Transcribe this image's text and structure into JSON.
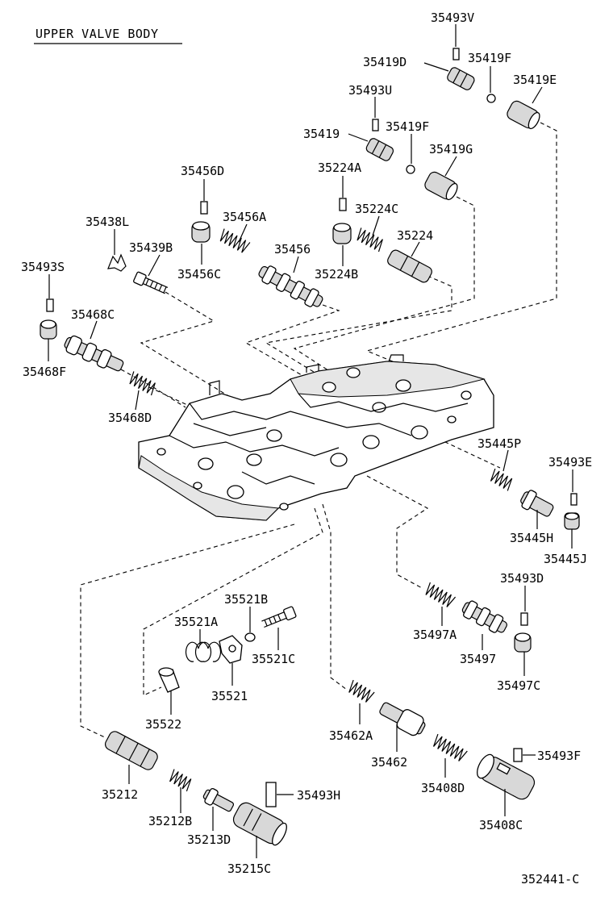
{
  "diagram": {
    "title": "UPPER VALVE BODY",
    "figure_code": "352441-C",
    "labels": {
      "p35493V": "35493V",
      "p35419D": "35419D",
      "p35419F_top": "35419F",
      "p35419E": "35419E",
      "p35493U": "35493U",
      "p35419": "35419",
      "p35419F_mid": "35419F",
      "p35419G": "35419G",
      "p35456D": "35456D",
      "p35224A": "35224A",
      "p35438L": "35438L",
      "p35456A": "35456A",
      "p35224C": "35224C",
      "p35224": "35224",
      "p35439B": "35439B",
      "p35456": "35456",
      "p35493S": "35493S",
      "p35456C": "35456C",
      "p35224B": "35224B",
      "p35468C": "35468C",
      "p35468F": "35468F",
      "p35468D": "35468D",
      "p35445P": "35445P",
      "p35493E": "35493E",
      "p35445H": "35445H",
      "p35445J": "35445J",
      "p35493D": "35493D",
      "p35521B": "35521B",
      "p35521A": "35521A",
      "p35497A": "35497A",
      "p35521C": "35521C",
      "p35497": "35497",
      "p35521": "35521",
      "p35497C": "35497C",
      "p35522": "35522",
      "p35462A": "35462A",
      "p35493F": "35493F",
      "p35462": "35462",
      "p35212": "35212",
      "p35408D": "35408D",
      "p35493H": "35493H",
      "p35212B": "35212B",
      "p35408C": "35408C",
      "p35213D": "35213D",
      "p35215C": "35215C"
    }
  }
}
